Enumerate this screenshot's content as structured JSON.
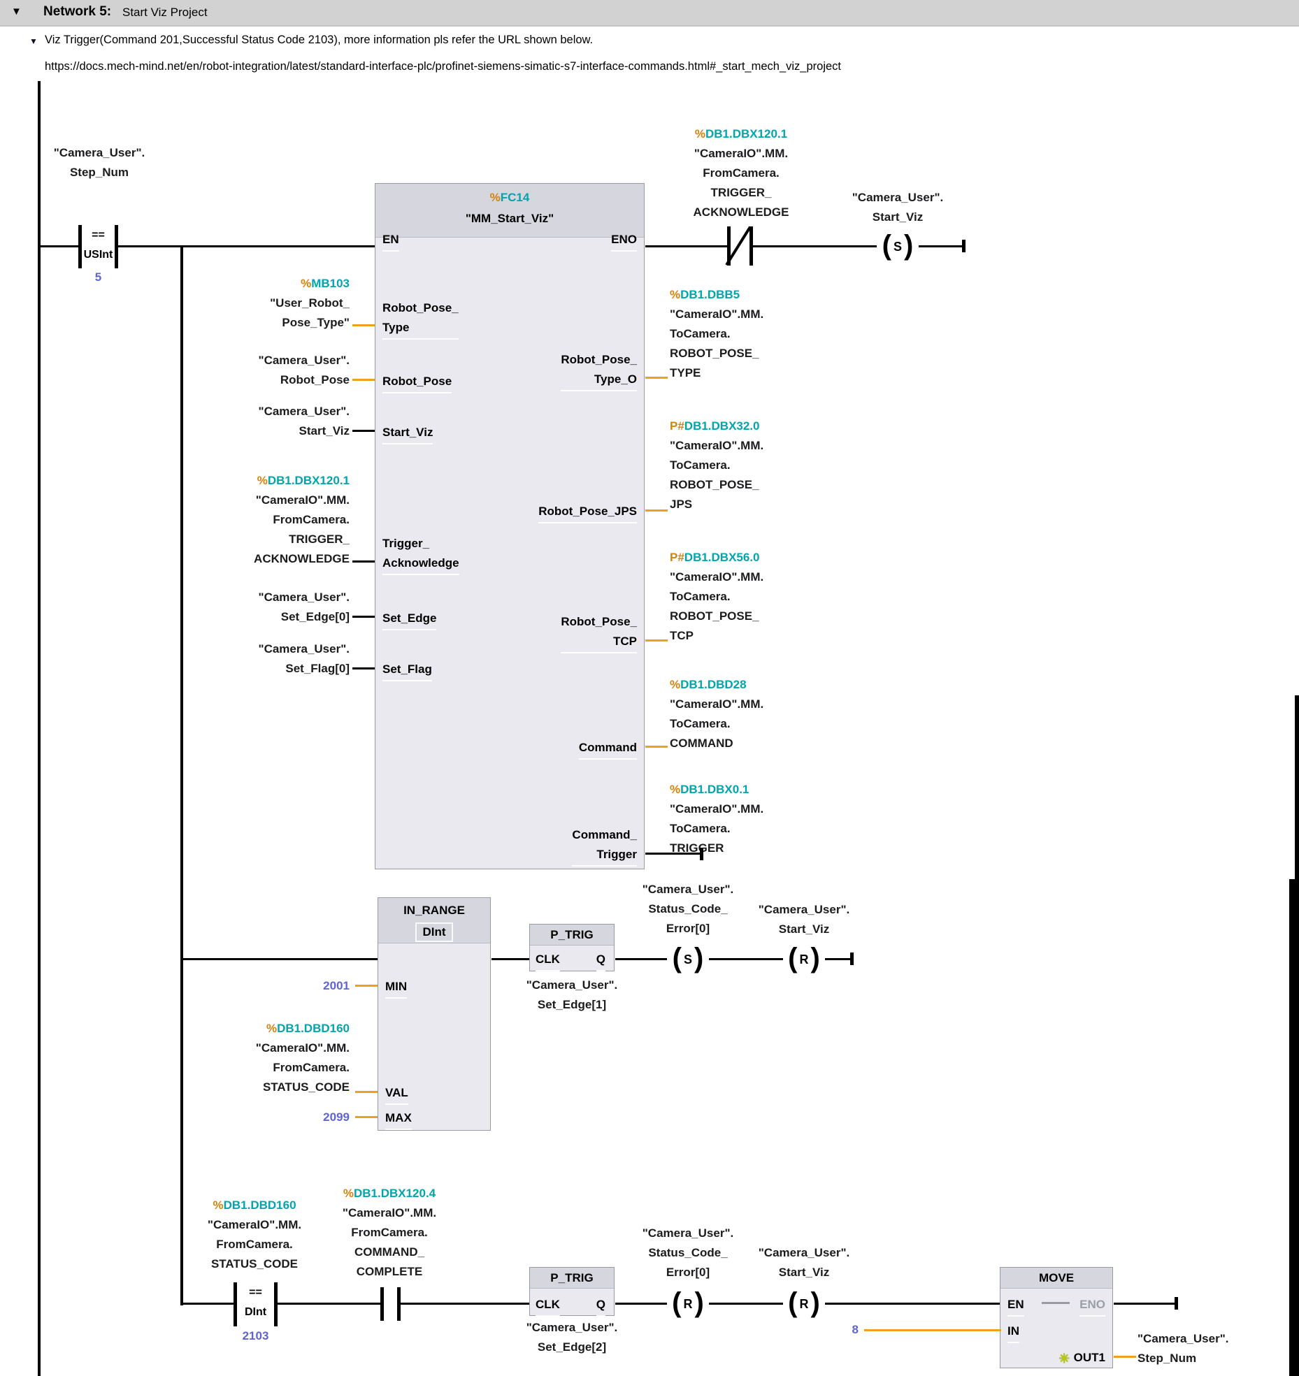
{
  "header": {
    "icon": "▼",
    "title": "Network 5:",
    "subtitle": "Start Viz Project"
  },
  "comment": {
    "icon": "▼",
    "text": "Viz Trigger(Command 201,Successful Status Code 2103), more information pls refer the URL shown below.",
    "url": "https://docs.mech-mind.net/en/robot-integration/latest/standard-interface-plc/profinet-siemens-simatic-s7-interface-commands.html#_start_mech_viz_project"
  },
  "colors": {
    "address_teal": "#00a5ad",
    "prefix_orange": "#d4820a",
    "wire_orange": "#f0a020",
    "number_blue": "#5e64d2"
  },
  "contacts": {
    "step_cmp": {
      "tag": "\"Camera_User\".\nStep_Num",
      "op": "==",
      "dtype": "USInt",
      "value": "5"
    },
    "trigger_ack_nc": {
      "prefix": "%",
      "address": "DB1.DBX120.1",
      "tag": "\"CameraIO\".MM.\nFromCamera.\nTRIGGER_\nACKNOWLEDGE"
    },
    "status_cmp": {
      "prefix": "%",
      "address": "DB1.DBD160",
      "tag": "\"CameraIO\".MM.\nFromCamera.\nSTATUS_CODE",
      "op": "==",
      "dtype": "DInt",
      "value": "2103"
    },
    "cmd_complete_no": {
      "prefix": "%",
      "address": "DB1.DBX120.4",
      "tag": "\"CameraIO\".MM.\nFromCamera.\nCOMMAND_\nCOMPLETE"
    }
  },
  "coils": {
    "set_start_viz": {
      "symbol": "S",
      "tag": "\"Camera_User\".\nStart_Viz"
    },
    "set_status_err": {
      "symbol": "S",
      "tag": "\"Camera_User\".\nStatus_Code_\nError[0]"
    },
    "reset_start_viz_2": {
      "symbol": "R",
      "tag": "\"Camera_User\".\nStart_Viz"
    },
    "reset_status_err": {
      "symbol": "R",
      "tag": "\"Camera_User\".\nStatus_Code_\nError[0]"
    },
    "reset_start_viz_3": {
      "symbol": "R",
      "tag": "\"Camera_User\".\nStart_Viz"
    }
  },
  "fc14": {
    "prefix": "%",
    "address": "FC14",
    "name": "\"MM_Start_Viz\"",
    "pins": {
      "en": "EN",
      "eno": "ENO",
      "robot_pose_type": "Robot_Pose_\nType",
      "robot_pose": "Robot_Pose",
      "start_viz": "Start_Viz",
      "trigger_ack": "Trigger_\nAcknowledge",
      "set_edge": "Set_Edge",
      "set_flag": "Set_Flag",
      "robot_pose_type_o": "Robot_Pose_\nType_O",
      "robot_pose_jps": "Robot_Pose_JPS",
      "robot_pose_tcp": "Robot_Pose_\nTCP",
      "command": "Command",
      "command_trigger": "Command_\nTrigger"
    },
    "inputs": {
      "robot_pose_type": {
        "prefix": "%",
        "address": "MB103",
        "tag": "\"User_Robot_\nPose_Type\""
      },
      "robot_pose": {
        "tag": "\"Camera_User\".\nRobot_Pose"
      },
      "start_viz": {
        "tag": "\"Camera_User\".\nStart_Viz"
      },
      "trigger_ack": {
        "prefix": "%",
        "address": "DB1.DBX120.1",
        "tag": "\"CameraIO\".MM.\nFromCamera.\nTRIGGER_\nACKNOWLEDGE"
      },
      "set_edge": {
        "tag": "\"Camera_User\".\nSet_Edge[0]"
      },
      "set_flag": {
        "tag": "\"Camera_User\".\nSet_Flag[0]"
      }
    },
    "outputs": {
      "robot_pose_type_o": {
        "prefix": "%",
        "address": "DB1.DBB5",
        "tag": "\"CameraIO\".MM.\nToCamera.\nROBOT_POSE_\nTYPE"
      },
      "robot_pose_jps": {
        "prefix": "P#",
        "address": "DB1.DBX32.0",
        "tag": "\"CameraIO\".MM.\nToCamera.\nROBOT_POSE_\nJPS"
      },
      "robot_pose_tcp": {
        "prefix": "P#",
        "address": "DB1.DBX56.0",
        "tag": "\"CameraIO\".MM.\nToCamera.\nROBOT_POSE_\nTCP"
      },
      "command": {
        "prefix": "%",
        "address": "DB1.DBD28",
        "tag": "\"CameraIO\".MM.\nToCamera.\nCOMMAND"
      },
      "command_trigger": {
        "prefix": "%",
        "address": "DB1.DBX0.1",
        "tag": "\"CameraIO\".MM.\nToCamera.\nTRIGGER"
      }
    }
  },
  "in_range": {
    "title": "IN_RANGE",
    "dtype": "DInt",
    "pins": {
      "min": "MIN",
      "val": "VAL",
      "max": "MAX"
    },
    "min_value": "2001",
    "max_value": "2099",
    "val_operand": {
      "prefix": "%",
      "address": "DB1.DBD160",
      "tag": "\"CameraIO\".MM.\nFromCamera.\nSTATUS_CODE"
    }
  },
  "p_trig_1": {
    "title": "P_TRIG",
    "clk": "CLK",
    "q": "Q",
    "operand": "\"Camera_User\".\nSet_Edge[1]"
  },
  "p_trig_2": {
    "title": "P_TRIG",
    "clk": "CLK",
    "q": "Q",
    "operand": "\"Camera_User\".\nSet_Edge[2]"
  },
  "move": {
    "title": "MOVE",
    "pins": {
      "en": "EN",
      "eno": "ENO",
      "in": "IN",
      "out1": "OUT1"
    },
    "out1_icon": "✳",
    "in_value": "8",
    "out1_tag": "\"Camera_User\".\nStep_Num"
  }
}
